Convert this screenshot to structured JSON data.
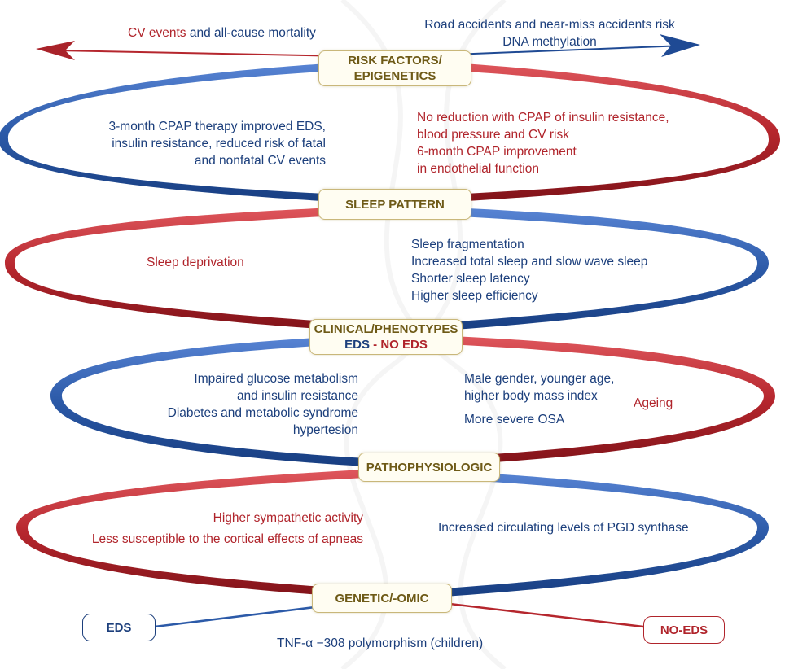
{
  "colors": {
    "blue": "#1c3f7c",
    "red": "#b0242b",
    "label_text": "#6e5a17",
    "label_border": "#c9b77a"
  },
  "top": {
    "left_red": "CV events",
    "left_blue": " and all-cause mortality",
    "right_line1": "Road accidents and near-miss  accidents risk",
    "right_line2": "DNA methylation"
  },
  "labels": {
    "risk_line1": "RISK FACTORS/",
    "risk_line2": "EPIGENETICS",
    "sleep": "SLEEP PATTERN",
    "clinical": "CLINICAL/PHENOTYPES",
    "clinical_eds": "EDS",
    "clinical_sep": " - ",
    "clinical_noeds": "NO EDS",
    "patho": "PATHOPHYSIOLOGIC",
    "genetic": "GENETIC/-OMIC"
  },
  "ends": {
    "eds": "EDS",
    "noeds": "NO-EDS"
  },
  "sections": {
    "risk_left": [
      "3-month CPAP therapy improved EDS,",
      "insulin resistance, reduced risk of fatal",
      "and nonfatal CV events"
    ],
    "risk_right": [
      "No reduction with CPAP of insulin resistance,",
      "blood pressure and CV risk",
      "6-month CPAP improvement",
      "in endothelial function"
    ],
    "sleep_left": "Sleep deprivation",
    "sleep_right": [
      "Sleep fragmentation",
      "Increased total sleep and slow wave sleep",
      "Shorter sleep latency",
      "Higher sleep efficiency"
    ],
    "clinical_left": [
      "Impaired glucose metabolism",
      "and insulin resistance",
      "Diabetes and metabolic syndrome",
      "hypertesion"
    ],
    "clinical_right": [
      "Male gender, younger age,",
      "higher body mass index",
      "More severe OSA"
    ],
    "clinical_right_red": "Ageing",
    "patho_left": [
      "Higher sympathetic activity",
      "Less susceptible to the cortical effects of apneas"
    ],
    "patho_right": "Increased circulating levels of PGD synthase",
    "genetic_bottom": "TNF-α −308 polymorphism (children)"
  }
}
